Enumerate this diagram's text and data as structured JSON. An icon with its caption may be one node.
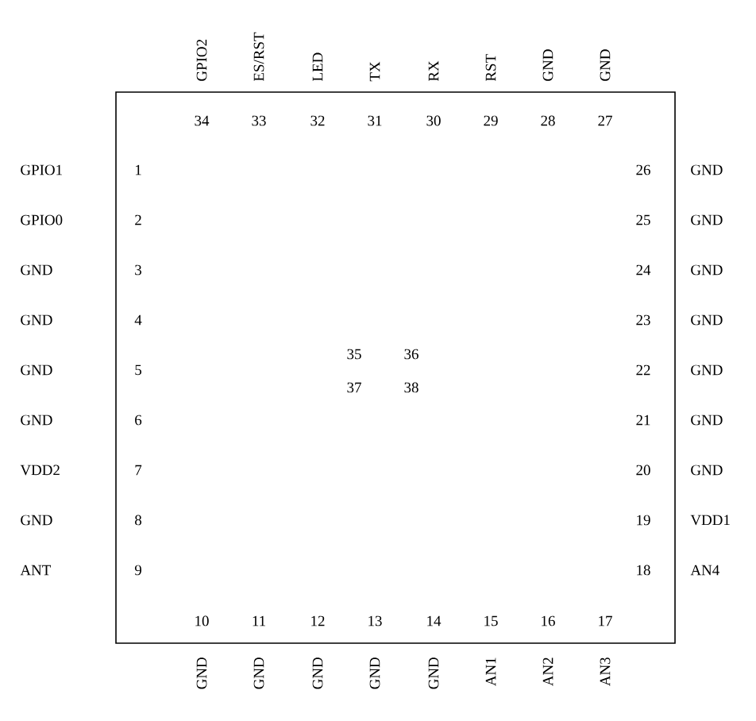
{
  "diagram": {
    "nodes": [
      {
        "text": [
          "1",
          "2",
          "3",
          "4",
          "5",
          "6",
          "7",
          "8",
          "9",
          "10",
          "11",
          "12",
          "13",
          "14",
          "15",
          "16",
          "17",
          "18",
          "19",
          "20",
          "21",
          "22",
          "23",
          "24",
          "25",
          "26",
          "27",
          "28",
          "29",
          "30",
          "31",
          "32",
          "33",
          "34",
          "35",
          "36",
          "37",
          "38"
        ]
      }
    ],
    "labels": [
      "GPIO1",
      "GPIO0",
      "GND",
      "GND",
      "GND",
      "GND",
      "VDD2",
      "GND",
      "ANT",
      "GND",
      "GND",
      "GND",
      "GND",
      "GND",
      "AN1",
      "AN2",
      "AN3",
      "AN4",
      "VDD1",
      "GND",
      "GND",
      "GND",
      "GND",
      "GND",
      "GND",
      "GND",
      "GND",
      "GND",
      "RST",
      "RX",
      "TX",
      "LED",
      "ES/RST",
      "GPIO2"
    ]
  }
}
